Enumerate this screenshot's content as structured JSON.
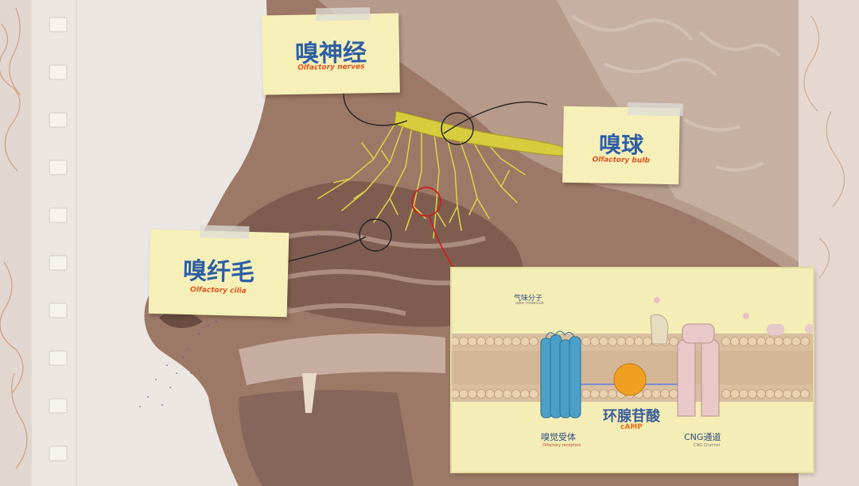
{
  "labels": {
    "olfactory_nerves": {
      "zh": "嗅神经",
      "en": "Olfactory nerves"
    },
    "olfactory_bulb": {
      "zh": "嗅球",
      "en": "Olfactory bulb"
    },
    "olfactory_cilia": {
      "zh": "嗅纤毛",
      "en": "Olfactory cilia"
    }
  },
  "inset": {
    "odor_molecule": {
      "zh": "气味分子",
      "en": "odor molecule"
    },
    "olfactory_receptor": {
      "zh": "嗅觉受体",
      "en": "Olfactory receptors"
    },
    "camp": {
      "zh": "环腺苷酸",
      "en": "cAMP"
    },
    "cng_channel": {
      "zh": "CNG通道",
      "en": "CNG Channel"
    }
  },
  "colors": {
    "label_zh": "#2e5fa5",
    "label_en": "#d9531e",
    "note_paper": "#f6f0b8",
    "nerve": "#d8d04a",
    "receptor": "#4aa0c8",
    "camp": "#f0a020",
    "cng": "#e8c8c8"
  }
}
